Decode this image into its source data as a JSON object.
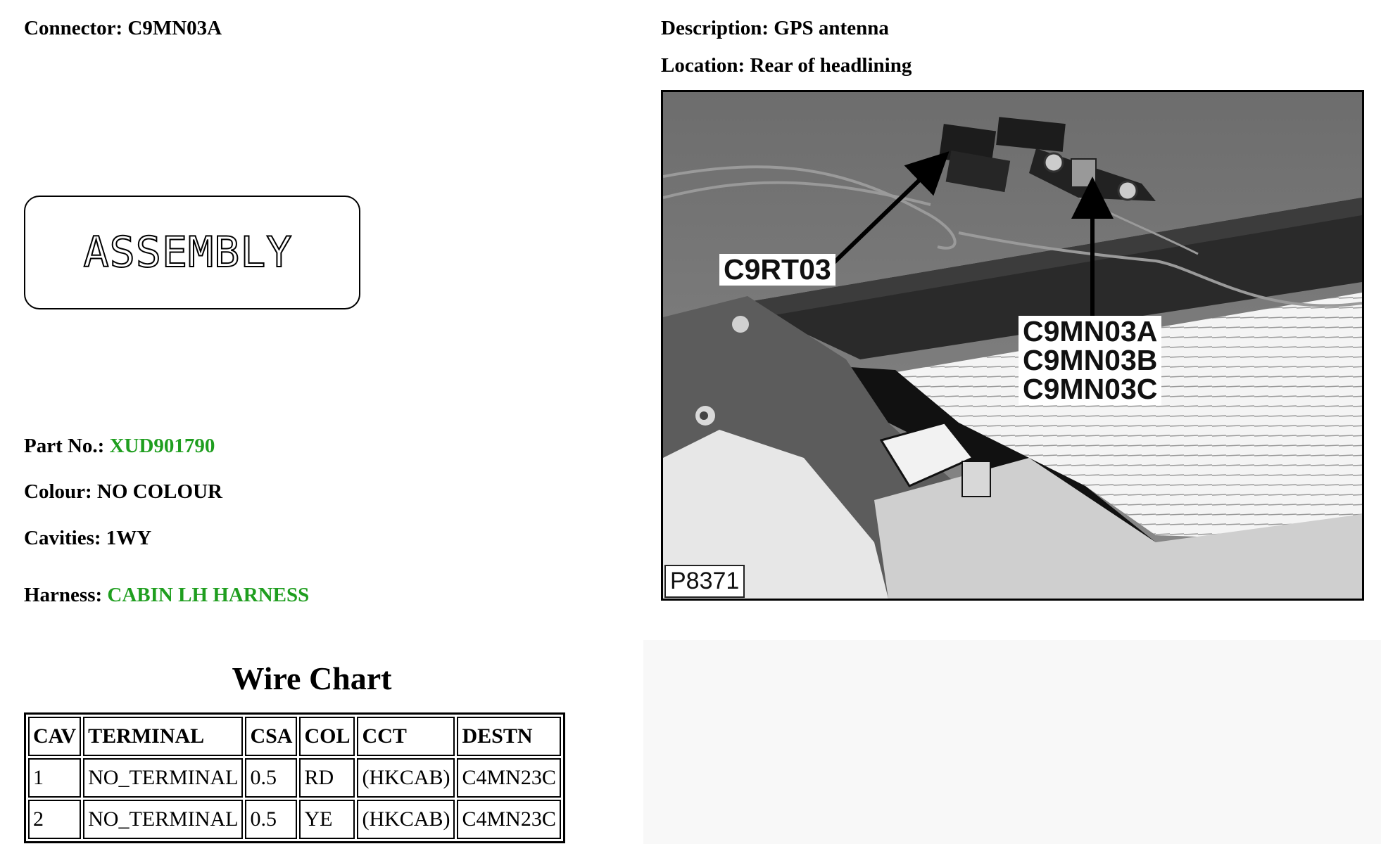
{
  "connector": {
    "label": "Connector:",
    "value": "C9MN03A"
  },
  "description": {
    "label": "Description:",
    "value": "GPS antenna"
  },
  "location": {
    "label": "Location:",
    "value": "Rear of headlining"
  },
  "assembly": {
    "text": "ASSEMBLY"
  },
  "part": {
    "label": "Part No.:",
    "value": "XUD901790"
  },
  "colour": {
    "label": "Colour:",
    "value": "NO COLOUR"
  },
  "cavities": {
    "label": "Cavities:",
    "value": "1WY"
  },
  "harness": {
    "label": "Harness:",
    "value": "CABIN LH HARNESS"
  },
  "wire_chart": {
    "title": "Wire Chart",
    "headers": [
      "CAV",
      "TERMINAL",
      "CSA",
      "COL",
      "CCT",
      "DESTN"
    ],
    "rows": [
      [
        "1",
        "NO_TERMINAL",
        "0.5",
        "RD",
        "(HKCAB)",
        "C4MN23C"
      ],
      [
        "2",
        "NO_TERMINAL",
        "0.5",
        "YE",
        "(HKCAB)",
        "C4MN23C"
      ]
    ]
  },
  "photo": {
    "callout_left": "C9RT03",
    "callout_right": [
      "C9MN03A",
      "C9MN03B",
      "C9MN03C"
    ],
    "figure_ref": "P8371"
  },
  "colors": {
    "link": "#1f9e1f"
  }
}
